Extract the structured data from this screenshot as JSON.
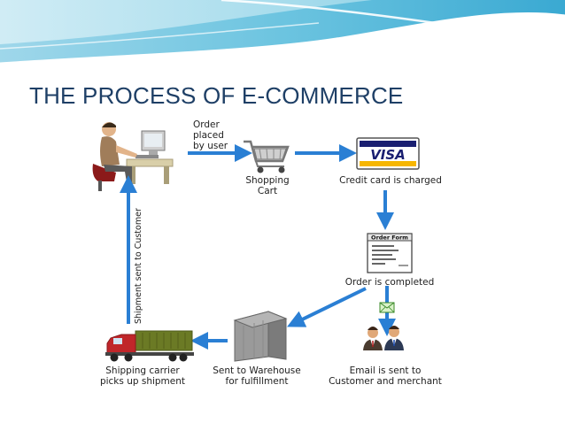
{
  "slide": {
    "title": "THE PROCESS OF E-COMMERCE"
  },
  "diagram": {
    "order_placed_label": "Order\nplaced\nby user",
    "shopping_cart_label": "Shopping\nCart",
    "visa_text": "VISA",
    "credit_card_label": "Credit card is charged",
    "order_form_header": "Order Form",
    "order_completed_label": "Order is completed",
    "email_label": "Email is sent to\nCustomer and merchant",
    "warehouse_label": "Sent to Warehouse\nfor fulfillment",
    "shipping_label": "Shipping carrier\npicks up shipment",
    "shipment_sent_label": "Shipment sent to Customer"
  },
  "colors": {
    "title": "#1e3f66",
    "arrow": "#2a7fd4",
    "visa_blue": "#1a1f71",
    "visa_gold": "#f7b600",
    "truck_red": "#c0262a",
    "container_green": "#6b7a25"
  }
}
